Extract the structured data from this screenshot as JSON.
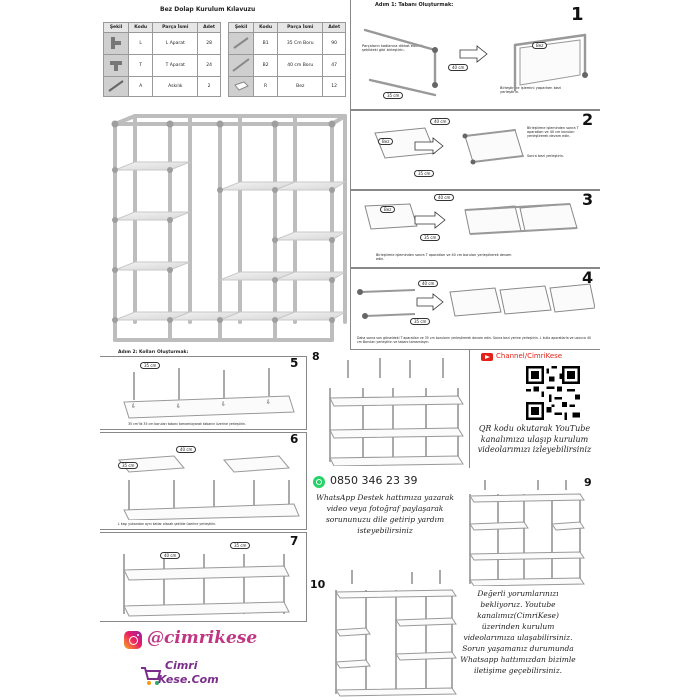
{
  "guide": {
    "title": "Bez Dolap Kurulum Kılavuzu",
    "table_headers": [
      "Şekil",
      "Kodu",
      "Parça İsmi",
      "Adet"
    ],
    "left_rows": [
      {
        "code": "L",
        "name": "L Aparat",
        "qty": "28"
      },
      {
        "code": "T",
        "name": "T Aparat",
        "qty": "24"
      },
      {
        "code": "A",
        "name": "Askılık",
        "qty": "2"
      }
    ],
    "right_rows": [
      {
        "code": "B1",
        "name": "35 Cm Boru",
        "qty": "90"
      },
      {
        "code": "B2",
        "name": "40 cm Boru",
        "qty": "47"
      },
      {
        "code": "R",
        "name": "Bez",
        "qty": "12"
      }
    ]
  },
  "step1": {
    "title": "Adım 1: Tabanı Oluşturmak:",
    "number": "1",
    "note_left": "Parçaların kodlarına dikkat ederek şekildeki gibi birleştirin.",
    "note_right": "Birleştirme işlemini yaparken bezi yerleştirin.",
    "tag_40": "40 cm",
    "tag_35": "35 cm",
    "tag_bez": "Bez"
  },
  "step2": {
    "number": "2",
    "note": "Birleştirme işleminden sonra T aparatları ve 40 cm boruları yerleştirerek devam edin.",
    "note2": "Sonra bezi yerleştirin.",
    "tag_40": "40 cm",
    "tag_35": "35 cm",
    "tag_bez": "Bez"
  },
  "step3": {
    "number": "3",
    "note": "Birleştirme işleminden sonra T aparatları ve 40 cm boruları yerleştirerek devam edin.",
    "tag_40": "40 cm",
    "tag_35": "35 cm",
    "tag_bez": "Bez"
  },
  "step4": {
    "number": "4",
    "note": "Daha sonra son görseldeki T aparatları ve 35 cm boruların yerleştirerek devam edin. Sonra bezi yerine yerleştirin. L kulla aparatlarla ve uzunca 40 cm Boruları yerleştirin ve tabanı tamamlayın.",
    "tag_40": "40 cm",
    "tag_35": "35 cm"
  },
  "step5": {
    "title": "Adım 2: Kolları Oluşturmak:",
    "number": "5",
    "note": "35 cm'lik 35 cm boruları tabanı tamamlayarak tabanın üzerine yerleştirin.",
    "tag_35": "35 cm"
  },
  "step6": {
    "number": "6",
    "note": "L kaşı yukarıdan aynı katlar olacak şekilde üzerine yerleştirin.",
    "tag_40": "40 cm",
    "tag_35": "35 cm"
  },
  "step7": {
    "number": "7",
    "tag_35": "35 cm",
    "tag_40": "40 cm"
  },
  "step8": {
    "number": "8"
  },
  "step9": {
    "number": "9"
  },
  "step10": {
    "number": "10"
  },
  "youtube": {
    "channel": "Channel/CimriKese",
    "text": "QR kodu okutarak YouTube kanalımıza ulaşıp kurulum videolarımızı izleyebilirsiniz"
  },
  "whatsapp": {
    "phone": "0850 346 23 39",
    "text": "WhatsApp Destek hattımıza yazarak video veya fotoğraf paylaşarak sorununuzu dile getirip yardım isteyebilirsiniz"
  },
  "comments": {
    "text": "Değerli yorumlarınızı bekliyoruz. Youtube kanalımız(CimriKese) üzerinden kurulum videolarımıza ulaşabilirsiniz. Sorun yaşamanız durumunda Whatsapp hattımızdan bizimle iletişime geçebilirsiniz."
  },
  "instagram": {
    "handle": "@cimrikese"
  },
  "brand": {
    "line1": "Cimri",
    "line2": "Kese.Com"
  },
  "colors": {
    "youtube_red": "#e62117",
    "whatsapp_green": "#25d366",
    "instagram": "#c13584",
    "brand_purple": "#7b2d8b"
  }
}
